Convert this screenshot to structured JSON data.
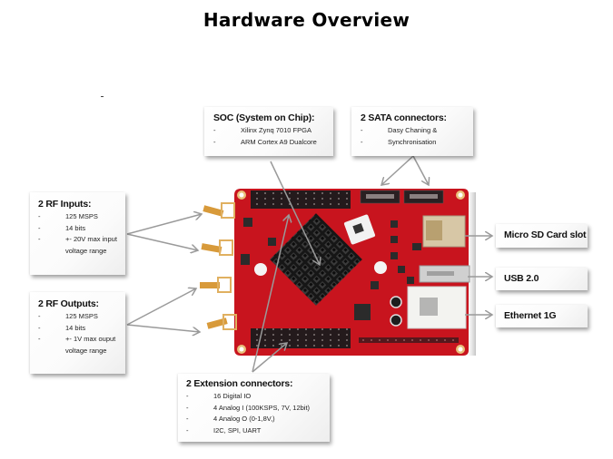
{
  "title": "Hardware Overview",
  "callouts": {
    "soc": {
      "heading": "SOC (System on Chip):",
      "items": [
        "Xilinx  Zynq 7010  FPGA",
        "ARM Cortex  A9 Dualcore"
      ]
    },
    "sata": {
      "heading": "2 SATA connectors:",
      "items": [
        "Dasy Chaning  &",
        "Synchronisation"
      ]
    },
    "rf_inputs": {
      "heading": "2 RF Inputs:",
      "items": [
        "125 MSPS",
        "14 bits",
        "+- 20V max input"
      ],
      "continuation": "voltage range"
    },
    "rf_outputs": {
      "heading": "2 RF Outputs:",
      "items": [
        "125 MSPS",
        "14 bits",
        "+- 1V max ouput"
      ],
      "continuation": "voltage range"
    },
    "extension": {
      "heading": "2 Extension connectors:",
      "items": [
        "16 Digital IO",
        "4 Analog I (100KSPS, 7V, 12bit)",
        "4 Analog O (0-1,8V,)",
        "I2C, SPI, UART"
      ]
    },
    "micro_sd": {
      "heading": "Micro SD Card slot"
    },
    "usb": {
      "heading": "USB 2.0"
    },
    "ethernet": {
      "heading": "Ethernet 1G"
    }
  },
  "bullet": "-",
  "colors": {
    "pcb_red": "#c8141e",
    "pcb_dark": "#8e0c12",
    "heatsink": "#1a1a1a",
    "connector": "#2a2022",
    "sma_gold": "#d89a3a",
    "arrow_gray": "#9a9a9a"
  }
}
